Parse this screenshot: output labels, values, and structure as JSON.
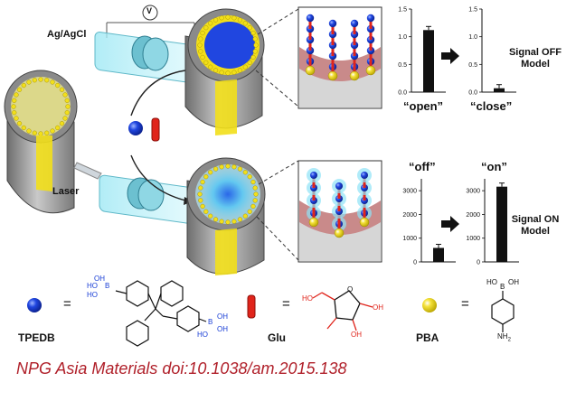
{
  "labels": {
    "electrode": "Ag/AgCl",
    "voltmeter": "V",
    "laser": "Laser",
    "tpedb": "TPEDB",
    "glu": "Glu",
    "pba": "PBA",
    "equals": "="
  },
  "models": {
    "off_line1": "Signal OFF",
    "off_line2": "Model",
    "on_line1": "Signal ON",
    "on_line2": "Model"
  },
  "state_labels": {
    "open": "“open”",
    "close": "“close”",
    "off": "“off”",
    "on": "“on”"
  },
  "chem": {
    "tpedb_b1": "B",
    "tpedb_ho1": "HO",
    "tpedb_ho2": "HO",
    "tpedb_oh_top": "OH",
    "tpedb_b2": "B",
    "tpedb_oh1": "OH",
    "tpedb_oh2": "OH",
    "tpedb_ho3": "HO",
    "glu_ho1": "HO",
    "glu_o": "O",
    "glu_oh1": "OH",
    "glu_oh2": "OH",
    "pba_ho": "HO",
    "pba_b": "B",
    "pba_oh": "OH",
    "pba_nh2": "NH",
    "pba_nh2_sub": "2"
  },
  "citation": "NPG Asia Materials doi:10.1038/am.2015.138",
  "chart_data": [
    {
      "type": "bar",
      "categories": [
        "open"
      ],
      "values": [
        1.12
      ],
      "ylim": [
        0,
        1.5
      ],
      "yticks": [
        "0.0",
        "0.5",
        "1.0",
        "1.5"
      ],
      "title": "",
      "xlabel": "",
      "ylabel": ""
    },
    {
      "type": "bar",
      "categories": [
        "close"
      ],
      "values": [
        0.07
      ],
      "ylim": [
        0,
        1.5
      ],
      "yticks": [
        "0.0",
        "0.5",
        "1.0",
        "1.5"
      ],
      "title": "",
      "xlabel": "",
      "ylabel": ""
    },
    {
      "type": "bar",
      "categories": [
        "off"
      ],
      "values": [
        590
      ],
      "ylim": [
        0,
        3500
      ],
      "yticks": [
        "0",
        "1000",
        "2000",
        "3000"
      ],
      "title": "",
      "xlabel": "",
      "ylabel": ""
    },
    {
      "type": "bar",
      "categories": [
        "on"
      ],
      "values": [
        3170
      ],
      "ylim": [
        0,
        3500
      ],
      "yticks": [
        "0",
        "1000",
        "2000",
        "3000"
      ],
      "title": "",
      "xlabel": "",
      "ylabel": ""
    }
  ],
  "colors": {
    "tpedb": "#1a3fd6",
    "glu": "#e0241b",
    "pba": "#f2df1a",
    "citation": "#b0202a",
    "wall": "#c98a8a",
    "cyan": "#7fe4f4"
  }
}
